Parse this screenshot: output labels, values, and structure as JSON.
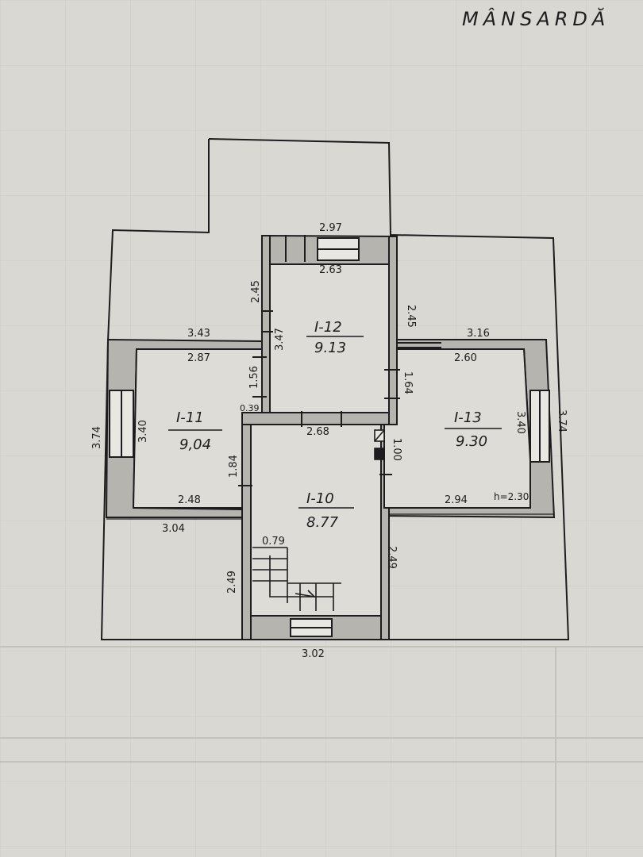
{
  "header": {
    "title": "MÂNSARDĂ"
  },
  "rooms": [
    {
      "id": "I-12",
      "area": "9.13"
    },
    {
      "id": "I-11",
      "area": "9,04"
    },
    {
      "id": "I-13",
      "area": "9.30"
    },
    {
      "id": "I-10",
      "area": "8.77"
    }
  ],
  "dimensions": {
    "d_297": "2.97",
    "d_263": "2.63",
    "d_245_left": "2.45",
    "d_245_right": "2.45",
    "d_343": "3.43",
    "d_287": "2.87",
    "d_347": "3.47",
    "d_156": "1.56",
    "d_316": "3.16",
    "d_260": "2.60",
    "d_164": "1.64",
    "d_374_left": "3.74",
    "d_340_left": "3.40",
    "d_039": "0.39",
    "d_268": "2.68",
    "d_100": "1.00",
    "d_340_right": "3.40",
    "d_374_right": "3.74",
    "d_184": "1.84",
    "d_248": "2.48",
    "d_294": "2.94",
    "d_h230": "h=2.30",
    "d_304": "3.04",
    "d_079": "0.79",
    "d_249_left": "2.49",
    "d_249_right": "2.49",
    "d_302": "3.02"
  },
  "colors": {
    "paper": "#d9d8d2",
    "ink": "#1d1d1f",
    "wall": "#b5b4ae"
  }
}
